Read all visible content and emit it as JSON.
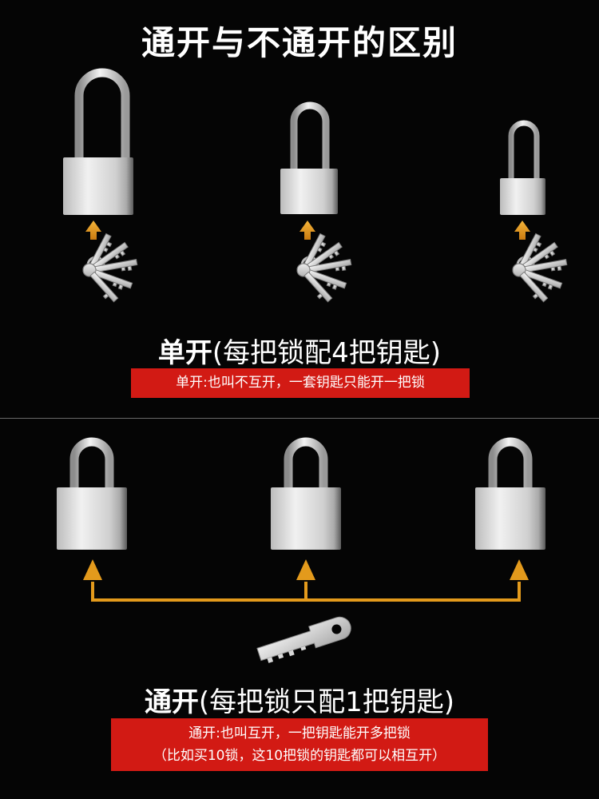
{
  "title": "通开与不通开的区别",
  "single": {
    "heading_bold": "单开",
    "heading_rest": "(每把锁配4把钥匙)",
    "note": "单开:也叫不互开，一套钥匙只能开一把锁"
  },
  "common": {
    "heading_bold": "通开",
    "heading_rest": "(每把锁只配1把钥匙)",
    "note_line1": "通开:也叫互开，一把钥匙能开多把锁",
    "note_line2": "（比如买10锁，这10把锁的钥匙都可以相互开）"
  },
  "icons": [
    "padlock-icon",
    "key-bunch-icon",
    "key-icon",
    "arrow-up-icon"
  ],
  "colors": {
    "background": "#000000",
    "accent_red": "#d21a14",
    "arrow_orange": "#e39a1c"
  }
}
